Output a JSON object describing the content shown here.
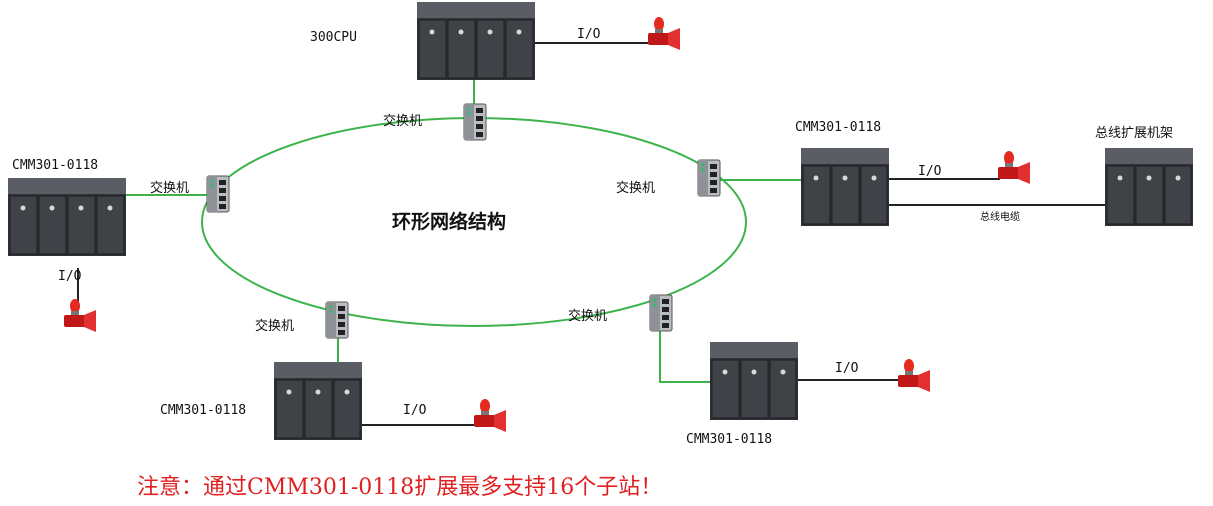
{
  "labels": {
    "cpu": "300CPU",
    "cmm_left": "CMM301-0118",
    "cmm_right": "CMM301-0118",
    "cmm_bottom_left": "CMM301-0118",
    "cmm_bottom_right": "CMM301-0118",
    "expansion_rack": "总线扩展机架",
    "bus_cable": "总线电缆",
    "switch": "交换机",
    "io": "I/O",
    "ring_title": "环形网络结构"
  },
  "note": "注意：通过CMM301-0118扩展最多支持16个子站！",
  "colors": {
    "ring": "#3cb44b",
    "module": "#3a3d42",
    "module_top": "#5e6268",
    "note": "#e02020",
    "alarm": "#d81e1e"
  }
}
